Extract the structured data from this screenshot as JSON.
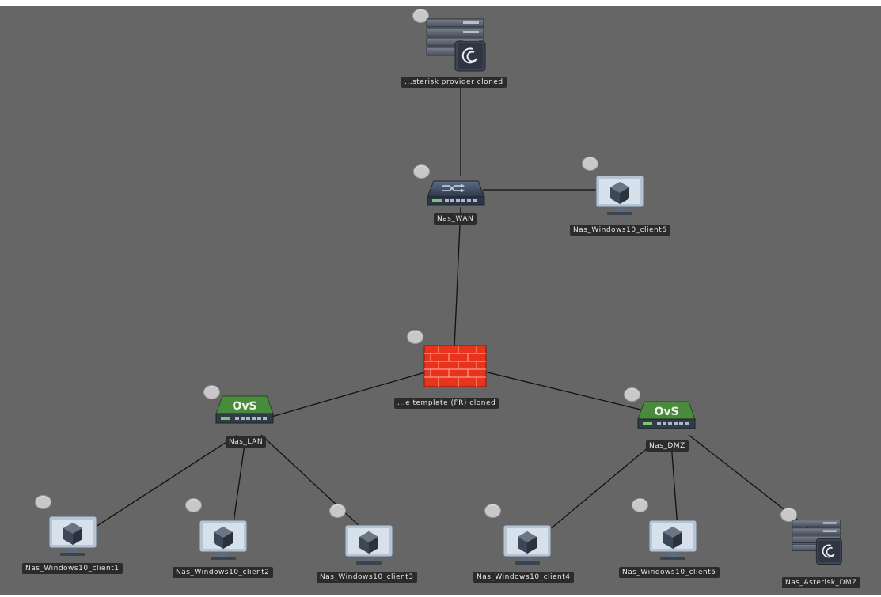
{
  "nodes": {
    "asterisk_provider": {
      "label": "...sterisk provider cloned",
      "icon": "debian-server-icon"
    },
    "nas_wan": {
      "label": "Nas_WAN",
      "icon": "ethernet-switch-icon"
    },
    "client6": {
      "label": "Nas_Windows10_client6",
      "icon": "vm-monitor-icon"
    },
    "firewall": {
      "label": "...e template (FR) cloned",
      "icon": "firewall-icon"
    },
    "nas_lan": {
      "label": "Nas_LAN",
      "icon": "openvswitch-icon"
    },
    "nas_dmz": {
      "label": "Nas_DMZ",
      "icon": "openvswitch-icon"
    },
    "client1": {
      "label": "Nas_Windows10_client1",
      "icon": "vm-monitor-icon"
    },
    "client2": {
      "label": "Nas_Windows10_client2",
      "icon": "vm-monitor-icon"
    },
    "client3": {
      "label": "Nas_Windows10_client3",
      "icon": "vm-monitor-icon"
    },
    "client4": {
      "label": "Nas_Windows10_client4",
      "icon": "vm-monitor-icon"
    },
    "client5": {
      "label": "Nas_Windows10_client5",
      "icon": "vm-monitor-icon"
    },
    "asterisk_dmz": {
      "label": "Nas_Asterisk_DMZ",
      "icon": "debian-server-icon"
    }
  },
  "ovs_text": "OvS",
  "colors": {
    "workspace": "#666666",
    "link": "#111111",
    "label_bg": "#2b2b2b",
    "firewall_red": "#e8341c",
    "ovs_green": "#4a8a3c"
  }
}
